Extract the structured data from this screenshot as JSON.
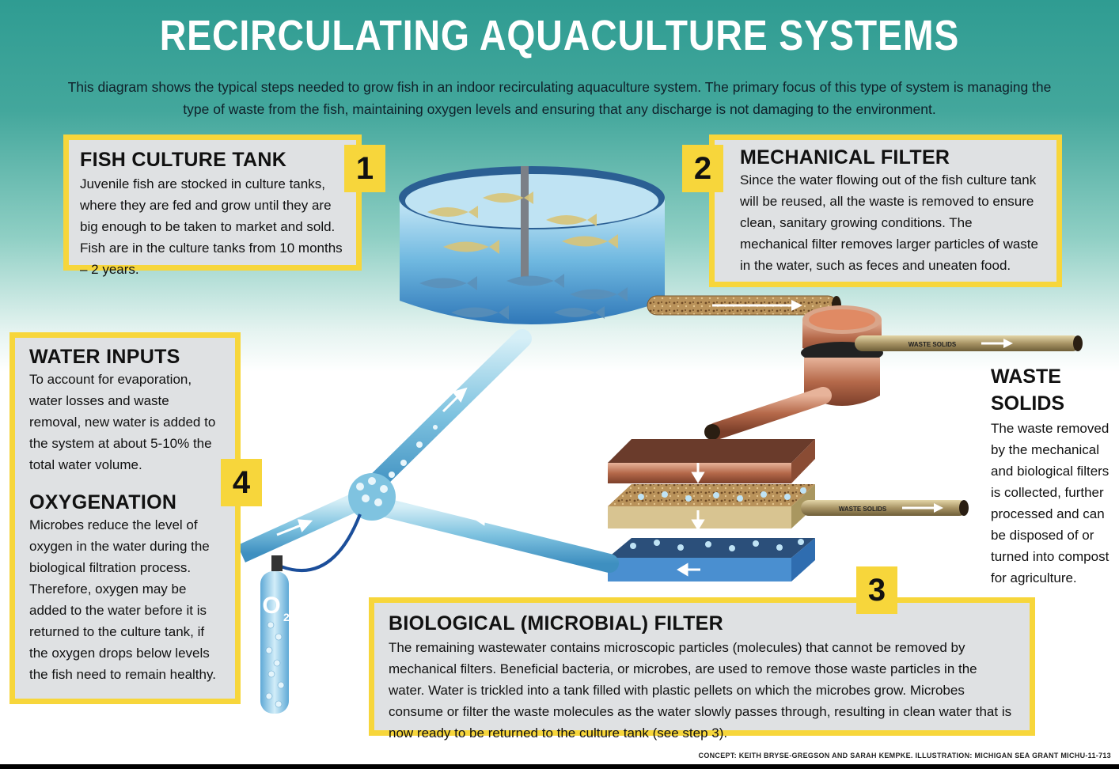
{
  "title": "RECIRCULATING AQUACULTURE SYSTEMS",
  "intro": "This diagram shows the typical steps needed to grow fish in an indoor recirculating aquaculture system. The primary focus of this type of system is managing the type of waste from the fish, maintaining oxygen levels and ensuring that any discharge is not damaging to the environment.",
  "steps": {
    "fish_tank": {
      "number": "1",
      "heading": "FISH CULTURE TANK",
      "text": "Juvenile fish are stocked in culture tanks, where they are fed and grow until they are big enough to be taken to market and sold. Fish are in the culture tanks from 10 months – 2 years."
    },
    "mechanical_filter": {
      "number": "2",
      "heading": "MECHANICAL FILTER",
      "text": "Since the water flowing out of the fish culture tank will be reused, all the waste is removed to ensure clean, sanitary growing conditions. The mechanical filter removes larger particles of waste in the water, such as feces and uneaten food."
    },
    "biological_filter": {
      "number": "3",
      "heading": "BIOLOGICAL (MICROBIAL) FILTER",
      "text": "The remaining wastewater contains microscopic particles (molecules) that cannot be removed by mechanical filters. Beneficial bacteria, or microbes, are used to remove those waste particles in the water. Water is trickled into a tank filled with plastic pellets on which the microbes grow. Microbes consume or filter the waste molecules as the water slowly passes through, resulting in clean water that is now ready to be returned to the culture tank (see step 3)."
    },
    "water_inputs": {
      "number": "4",
      "heading": "WATER INPUTS",
      "text": "To account for evaporation, water losses and waste removal, new water is added to the system at about 5-10% the total water volume.",
      "heading2": "OXYGENATION",
      "text2": "Microbes reduce the level of oxygen in the water during the biological filtration process. Therefore, oxygen may be added to the water before it is returned to the culture tank, if the oxygen drops below levels the fish need to remain healthy."
    }
  },
  "waste_solids": {
    "heading_line1": "WASTE",
    "heading_line2": "SOLIDS",
    "text": "The waste removed by the mechanical and biological filters is collected, further processed and can be disposed of or turned into compost for agriculture."
  },
  "pipe_labels": {
    "upper": "WASTE SOLIDS",
    "lower": "WASTE SOLIDS"
  },
  "oxygen_label": "O",
  "oxygen_sub": "2",
  "credit": "CONCEPT: KEITH BRYSE-GREGSON AND SARAH KEMPKE. ILLUSTRATION: MICHIGAN SEA GRANT   MICHU-11-713",
  "colors": {
    "yellow": "#f7d63b",
    "teal": "#2f9c92",
    "box_gray": "#dfe1e3",
    "water_blue": "#7fc3e0",
    "copper": "#b5694a",
    "olive_pipe": "#a89465"
  }
}
